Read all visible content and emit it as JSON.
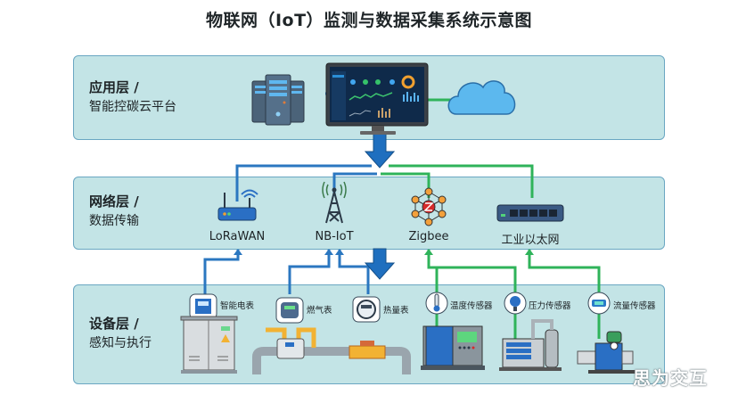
{
  "title": "物联网（IoT）监测与数据采集系统示意图",
  "layers": {
    "application": {
      "name": "应用层 /",
      "desc": "智能控碳云平台",
      "components": [
        "server-rack",
        "monitoring-dashboard",
        "cloud"
      ]
    },
    "network": {
      "name": "网络层 /",
      "desc": "数据传输",
      "nodes": [
        {
          "label": "LoRaWAN",
          "icon": "router-icon"
        },
        {
          "label": "NB-IoT",
          "icon": "cell-tower-icon"
        },
        {
          "label": "Zigbee",
          "icon": "zigbee-mesh-icon"
        },
        {
          "label": "工业以太网",
          "icon": "ethernet-switch-icon"
        }
      ]
    },
    "device": {
      "name": "设备层 /",
      "desc": "感知与执行",
      "sensors": [
        {
          "label": "智能电表",
          "icon": "electric-meter-icon",
          "link": "blue"
        },
        {
          "label": "燃气表",
          "icon": "gas-meter-icon",
          "link": "blue"
        },
        {
          "label": "热量表",
          "icon": "heat-meter-icon",
          "link": "blue"
        },
        {
          "label": "温度传感器",
          "icon": "thermometer-icon",
          "link": "green"
        },
        {
          "label": "压力传感器",
          "icon": "pressure-gauge-icon",
          "link": "green"
        },
        {
          "label": "流量传感器",
          "icon": "flow-meter-icon",
          "link": "green"
        }
      ]
    }
  },
  "colors": {
    "layer_bg": "#c3e4e6",
    "layer_border": "#6aa7c2",
    "blue_link": "#2b77c0",
    "green_link": "#2fb35a",
    "arrow": "#1f6fbf"
  },
  "watermark": "思为交互"
}
